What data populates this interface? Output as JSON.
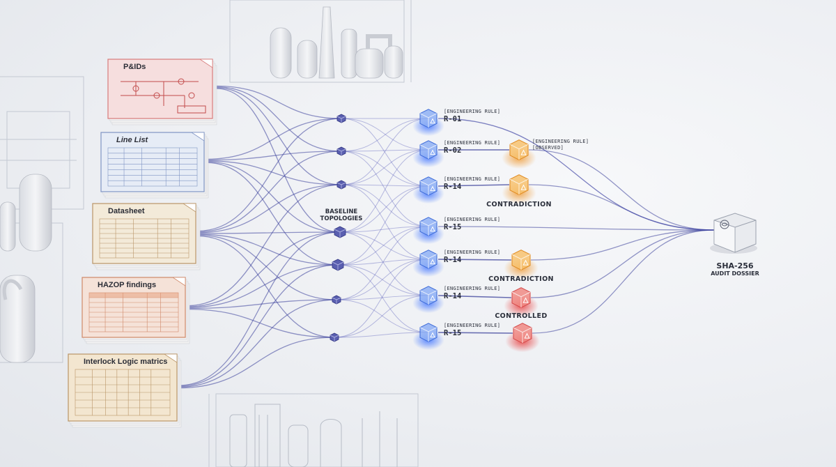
{
  "documents": [
    {
      "title": "P&IDs",
      "type": "schematic",
      "tint": "#f6dede",
      "edge": "#d77a7a"
    },
    {
      "title": "Line List",
      "type": "table",
      "tint": "#e6ecf6",
      "edge": "#7f94c4"
    },
    {
      "title": "Datasheet",
      "type": "table",
      "tint": "#f3ead9",
      "edge": "#b99466"
    },
    {
      "title": "HAZOP findings",
      "type": "table",
      "tint": "#f5e2d8",
      "edge": "#cf8868"
    },
    {
      "title": "Interlock Logic matrics",
      "type": "matrix",
      "tint": "#f3e6d0",
      "edge": "#b99466"
    }
  ],
  "center_label": [
    "BASELINE",
    "TOPOLOGIES"
  ],
  "rules": [
    {
      "tag": "[ENGINEERING RULE]",
      "code": "R-01"
    },
    {
      "tag": "[ENGINEERING RULE]",
      "code": "R-02"
    },
    {
      "tag": "[ENGINEERING RULE]",
      "code": "R-14"
    },
    {
      "tag": "[ENGINEERING RULE]",
      "code": "R-15"
    },
    {
      "tag": "[ENGINEERING RULE]",
      "code": "R-14"
    },
    {
      "tag": "[ENGINEERING RULE]",
      "code": "R-14"
    },
    {
      "tag": "[ENGINEERING RULE]",
      "code": "R-15"
    }
  ],
  "outcomes": [
    {
      "tag": "[ENGINEERING RULE]",
      "label": "[OBSERVED]",
      "color": "orange"
    },
    {
      "label": "CONTRADICTION",
      "color": "orange"
    },
    {
      "label": "CONTRADICTION",
      "color": "orange"
    },
    {
      "label": "CONTROLLED",
      "color": "red"
    },
    {
      "label": "",
      "color": "red"
    }
  ],
  "dossier": {
    "line1": "SHA-256",
    "line2": "AUDIT DOSSIER"
  },
  "colors": {
    "wire": "#3a3f9a",
    "rule_glow": "#4b7cff",
    "orange": "#f0a040",
    "red": "#e05050"
  }
}
